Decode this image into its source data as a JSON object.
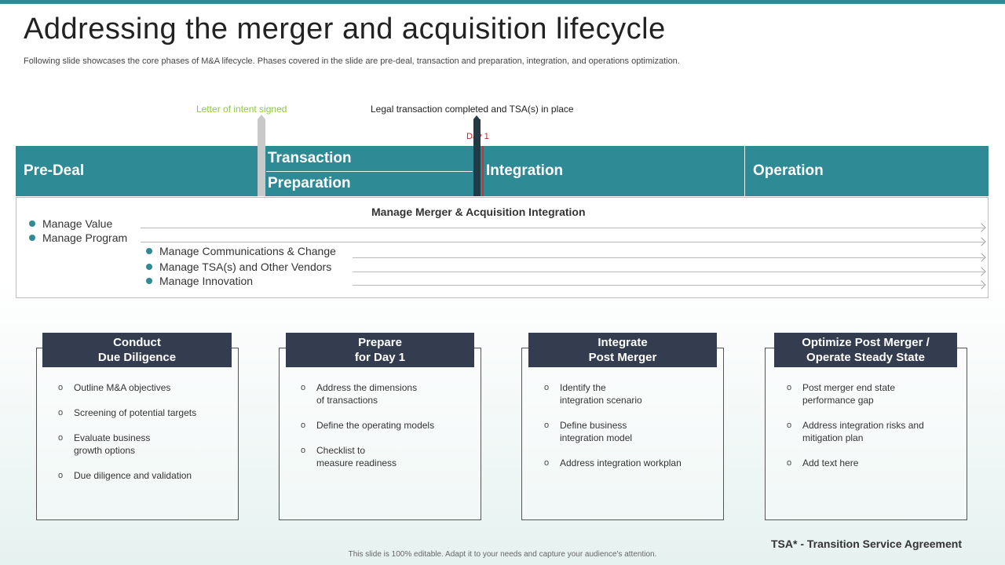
{
  "title": "Addressing the merger and acquisition lifecycle",
  "subtitle": "Following slide showcases the core phases of M&A lifecycle. Phases covered in the slide are pre-deal, transaction and preparation, integration, and operations optimization.",
  "annotations": {
    "letter_of_intent": "Letter of intent signed",
    "legal_transaction": "Legal transaction completed and TSA(s) in place",
    "day1": "Day 1"
  },
  "phases": {
    "pre_deal": "Pre-Deal",
    "transaction": "Transaction",
    "preparation": "Preparation",
    "integration": "Integration",
    "operation": "Operation"
  },
  "manage": {
    "title": "Manage Merger & Acquisition Integration",
    "items": [
      "Manage Value",
      "Manage Program",
      "Manage Communications & Change",
      "Manage TSA(s) and Other Vendors",
      "Manage Innovation"
    ]
  },
  "cards": [
    {
      "title_line1": "Conduct",
      "title_line2": "Due Diligence",
      "items": [
        "Outline M&A objectives",
        "Screening of potential targets",
        "Evaluate business\ngrowth options",
        "Due diligence and validation"
      ]
    },
    {
      "title_line1": "Prepare",
      "title_line2": "for Day 1",
      "items": [
        "Address the dimensions\nof transactions",
        "Define the operating models",
        "Checklist to\nmeasure readiness"
      ]
    },
    {
      "title_line1": "Integrate",
      "title_line2": "Post Merger",
      "items": [
        "Identify the\nintegration scenario",
        "Define business\nintegration model",
        "Address integration workplan"
      ]
    },
    {
      "title_line1": "Optimize Post Merger /",
      "title_line2": "Operate Steady State",
      "items": [
        "Post merger end state\nperformance  gap",
        "Address integration risks and\nmitigation plan",
        "Add text here"
      ]
    }
  ],
  "footnote": "TSA* - Transition Service Agreement",
  "editable_note": "This slide is 100% editable. Adapt it to your needs and capture your audience's attention.",
  "colors": {
    "accent": "#2e8b96",
    "dark": "#333d4f",
    "day1": "#cc1f1f",
    "loi": "#8dc63f"
  }
}
